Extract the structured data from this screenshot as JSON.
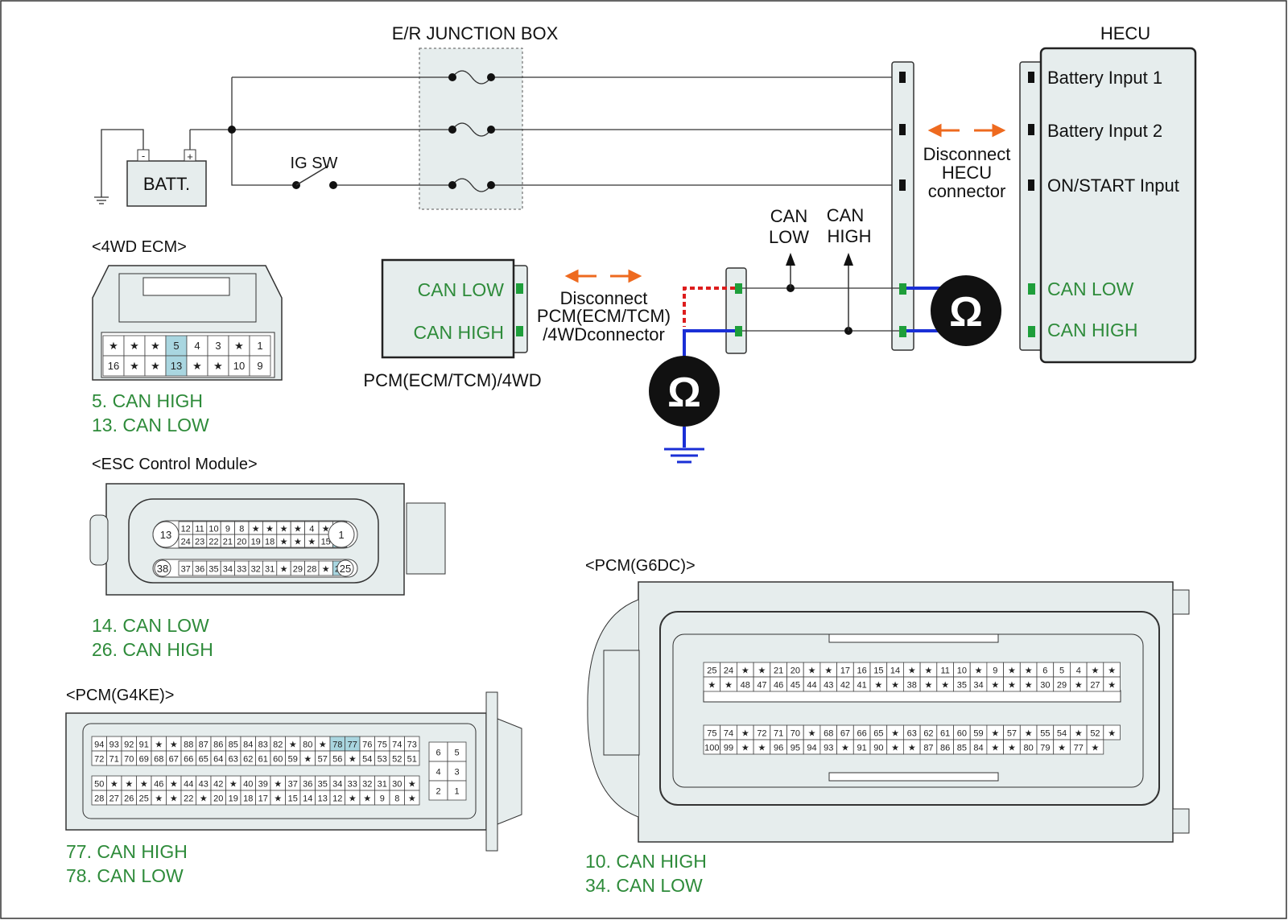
{
  "labels": {
    "junction_box": "E/R JUNCTION BOX",
    "hecu": "HECU",
    "battery": "BATT.",
    "ig_sw": "IG SW",
    "hecu_pins": [
      "Battery Input 1",
      "Battery Input 2",
      "ON/START Input",
      "CAN LOW",
      "CAN HIGH"
    ],
    "disconnect_hecu": [
      "Disconnect",
      "HECU",
      "connector"
    ],
    "can_low_probe": [
      "CAN",
      "LOW"
    ],
    "can_high_probe": [
      "CAN",
      "HIGH"
    ],
    "pcm_box": [
      "CAN LOW",
      "CAN HIGH"
    ],
    "pcm_caption": "PCM(ECM/TCM)/4WD",
    "disconnect_pcm": [
      "Disconnect",
      "PCM(ECM/TCM)",
      "/4WDconnector"
    ],
    "ohm": "Ω",
    "battery_minus": "-",
    "battery_plus": "+"
  },
  "connectors": {
    "ecm_4wd": {
      "title": "<4WD ECM>",
      "rows": [
        [
          "★",
          "★",
          "★",
          "5",
          "4",
          "3",
          "★",
          "1"
        ],
        [
          "16",
          "★",
          "★",
          "13",
          "★",
          "★",
          "10",
          "9"
        ]
      ],
      "highlight": [
        "5",
        "13"
      ],
      "notes": [
        "5. CAN HIGH",
        "13. CAN LOW"
      ]
    },
    "esc": {
      "title": "<ESC Control Module>",
      "row1": [
        "12",
        "11",
        "10",
        "9",
        "8",
        "★",
        "★",
        "★",
        "★",
        "4",
        "★",
        "★"
      ],
      "row2": [
        "24",
        "23",
        "22",
        "21",
        "20",
        "19",
        "18",
        "★",
        "★",
        "★",
        "15",
        "14"
      ],
      "row3": [
        "37",
        "36",
        "35",
        "34",
        "33",
        "32",
        "31",
        "★",
        "29",
        "28",
        "★",
        "26"
      ],
      "ends": [
        "13",
        "1",
        "38",
        "25"
      ],
      "highlight": [
        "14",
        "26"
      ],
      "notes": [
        "14. CAN LOW",
        "26. CAN HIGH"
      ]
    },
    "pcm_g4ke": {
      "title": "<PCM(G4KE)>",
      "rows": [
        [
          "94",
          "93",
          "92",
          "91",
          "★",
          "★",
          "88",
          "87",
          "86",
          "85",
          "84",
          "83",
          "82",
          "★",
          "80",
          "★",
          "78",
          "77",
          "76",
          "75",
          "74",
          "73"
        ],
        [
          "72",
          "71",
          "70",
          "69",
          "68",
          "67",
          "66",
          "65",
          "64",
          "63",
          "62",
          "61",
          "60",
          "59",
          "★",
          "57",
          "56",
          "★",
          "54",
          "53",
          "52",
          "51"
        ],
        [
          "50",
          "★",
          "★",
          "★",
          "46",
          "★",
          "44",
          "43",
          "42",
          "★",
          "40",
          "39",
          "★",
          "37",
          "36",
          "35",
          "34",
          "33",
          "32",
          "31",
          "30",
          "★"
        ],
        [
          "28",
          "27",
          "26",
          "25",
          "★",
          "★",
          "22",
          "★",
          "20",
          "19",
          "18",
          "17",
          "★",
          "15",
          "14",
          "13",
          "12",
          "★",
          "★",
          "9",
          "8",
          "★"
        ]
      ],
      "side": [
        [
          "6",
          "5"
        ],
        [
          "4",
          "3"
        ],
        [
          "2",
          "1"
        ]
      ],
      "highlight": [
        "78",
        "77"
      ],
      "notes": [
        "77. CAN HIGH",
        "78. CAN LOW"
      ]
    },
    "pcm_g6dc": {
      "title": "<PCM(G6DC)>",
      "rows": [
        [
          "25",
          "24",
          "★",
          "★",
          "21",
          "20",
          "★",
          "★",
          "17",
          "16",
          "15",
          "14",
          "★",
          "★",
          "11",
          "10",
          "★",
          "9",
          "★",
          "★",
          "6",
          "5",
          "4",
          "★",
          "★"
        ],
        [
          "★",
          "★",
          "48",
          "47",
          "46",
          "45",
          "44",
          "43",
          "42",
          "41",
          "★",
          "★",
          "38",
          "★",
          "★",
          "35",
          "34",
          "★",
          "★",
          "★",
          "30",
          "29",
          "★",
          "27",
          "★"
        ],
        [
          "75",
          "74",
          "★",
          "72",
          "71",
          "70",
          "★",
          "68",
          "67",
          "66",
          "65",
          "★",
          "63",
          "62",
          "61",
          "60",
          "59",
          "★",
          "57",
          "★",
          "55",
          "54",
          "★",
          "52",
          "★"
        ],
        [
          "100",
          "99",
          "★",
          "★",
          "96",
          "95",
          "94",
          "93",
          "★",
          "91",
          "90",
          "★",
          "★",
          "87",
          "86",
          "85",
          "84",
          "★",
          "★",
          "80",
          "79",
          "★",
          "77",
          "★"
        ]
      ],
      "notes": [
        "10. CAN HIGH",
        "34. CAN LOW"
      ]
    }
  }
}
